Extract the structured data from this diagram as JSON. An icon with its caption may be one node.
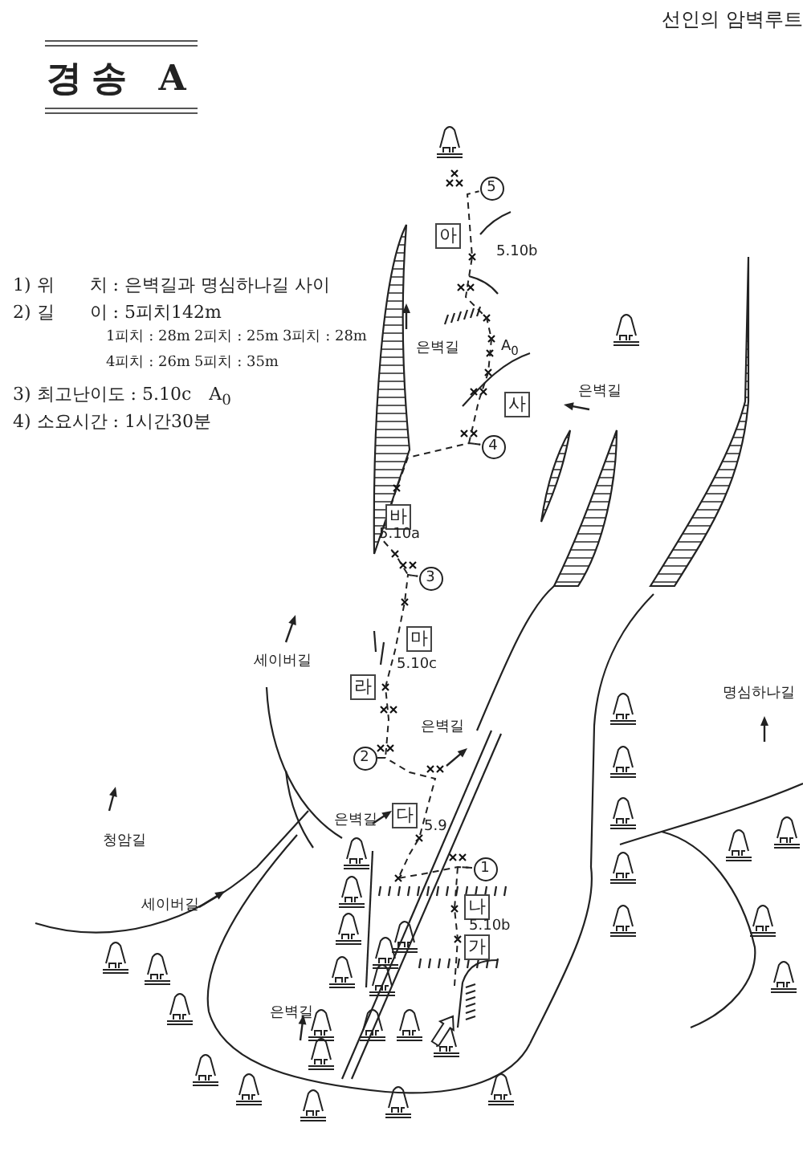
{
  "diagram": {
    "title": "경송 A",
    "nodes": [
      {
        "text": [
          "5"
        ]
      },
      {
        "text": [
          "아"
        ]
      },
      {
        "text": [
          "사"
        ]
      },
      {
        "text": [
          "4"
        ]
      },
      {
        "text": [
          "바"
        ]
      },
      {
        "text": [
          "3"
        ]
      },
      {
        "text": [
          "마"
        ]
      },
      {
        "text": [
          "라"
        ]
      },
      {
        "text": [
          "2"
        ]
      },
      {
        "text": [
          "다"
        ]
      },
      {
        "text": [
          "1"
        ]
      },
      {
        "text": [
          "나"
        ]
      },
      {
        "text": [
          "가"
        ]
      }
    ],
    "edges": [
      {
        "from": 10,
        "to": 8,
        "arrow": "none",
        "style": "dashed"
      },
      {
        "from": 8,
        "to": 5,
        "arrow": "none",
        "style": "dashed"
      },
      {
        "from": 5,
        "to": 3,
        "arrow": "none",
        "style": "dashed"
      },
      {
        "from": 3,
        "to": 0,
        "arrow": "none",
        "style": "dashed"
      },
      {
        "from": null,
        "to": 10,
        "arrow": "none",
        "style": "dashed"
      }
    ],
    "labels": [
      "선인의 암벽루트",
      "1) 위　　치 : 은벽길과 명심하나길 사이",
      "2) 길　　이 : 5피치142m",
      "1피치 : 28m",
      "2피치 : 25m",
      "3피치 : 28m",
      "4피치 : 26m",
      "5피치 : 35m",
      "3) 최고난이도 : 5.10c　A$_{0}$",
      "4) 소요시간 : 1시간30분",
      "5.10b",
      "은벽길",
      "A$_{0}$",
      "은벽길",
      "5.10a",
      "세이버길",
      "5.10c",
      "명심하나길",
      "은벽길",
      "은벽길",
      "5.9",
      "청암길",
      "세이버길",
      "5.10b",
      "은벽길"
    ]
  }
}
